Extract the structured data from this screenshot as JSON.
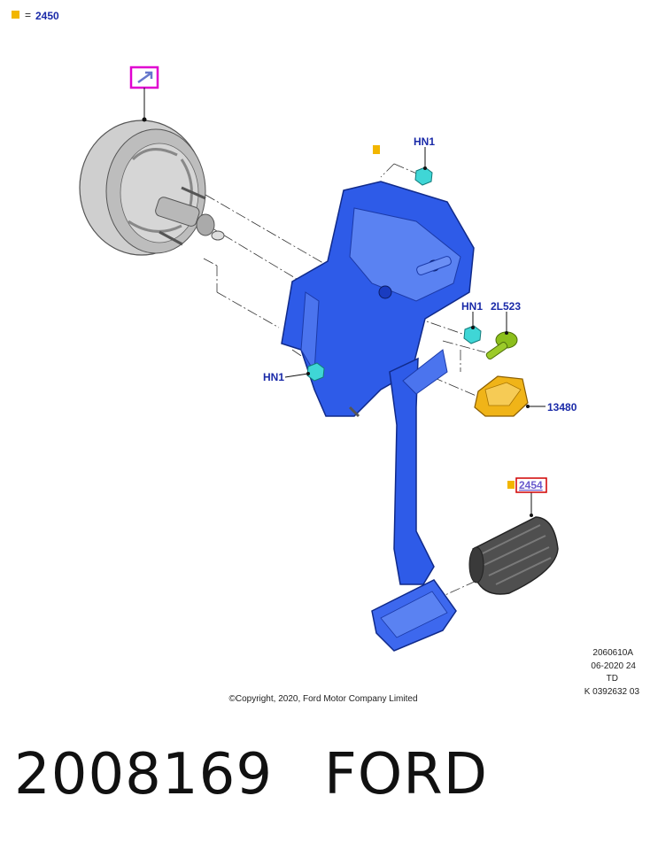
{
  "legend": {
    "swatch_color": "#f2b600",
    "equals": "=",
    "code": "2450"
  },
  "callouts": {
    "hn1_top": "HN1",
    "hn1_right": "HN1",
    "hn1_left": "HN1",
    "part_2l523": "2L523",
    "part_13480": "13480",
    "part_2454": "2454"
  },
  "colors": {
    "pedal_blue": "#2e5be8",
    "booster_gray": "#c9c9c9",
    "nut_cyan": "#3fd6d6",
    "pin_green": "#8cbf1c",
    "switch_yellow": "#f0b418",
    "pad_dark": "#4a4a4a",
    "link_magenta": "#e000d0",
    "frame_red": "#d00000"
  },
  "icons": {
    "link": "external-link-arrow-icon"
  },
  "meta": {
    "line1": "2060610A",
    "line2": "06-2020 24",
    "line3": "TD",
    "line4": "K 0392632 03"
  },
  "copyright": "©Copyright, 2020, Ford Motor Company Limited",
  "footer": {
    "part_number": "2008169",
    "brand": "FORD"
  }
}
